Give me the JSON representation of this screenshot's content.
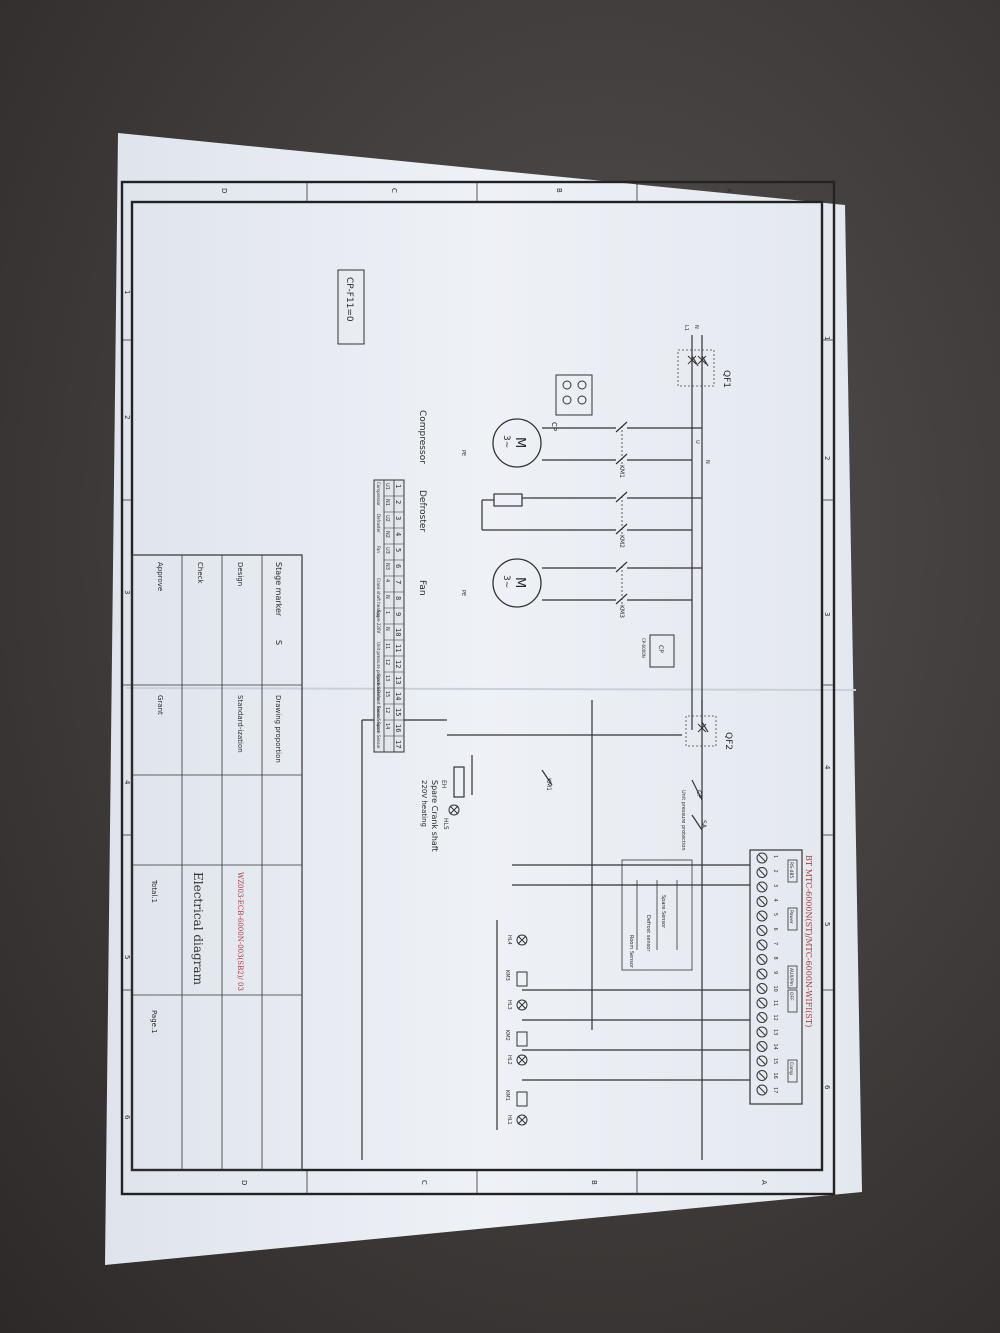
{
  "title": {
    "model": "BT MTC-6000N(ST)/MTC-6000N-WIFI(ST)",
    "drawing_name": "Electrical diagram",
    "drawing_no": "WZ003-ECB-6000N-003(SB2)/ 03",
    "total": "Total.1",
    "page": "Page.1"
  },
  "title_block": {
    "stage_marker": "Stage marker",
    "stage_value": "S",
    "drawing_proportion": "Drawing proportion",
    "standard_ization": "Standard-ization",
    "design": "Design",
    "check": "Check",
    "approve": "Approve",
    "grant": "Grant"
  },
  "grid": {
    "columns": [
      "1",
      "2",
      "3",
      "4",
      "5",
      "6"
    ],
    "rows": [
      "A",
      "B",
      "C",
      "D"
    ]
  },
  "components": {
    "qf1": "QF1",
    "qf2": "QF2",
    "cp": "CP",
    "cp_6000n": "CP-6000N",
    "km1": "KM1",
    "km2": "KM2",
    "km3": "KM3",
    "motor": "M",
    "motor_phase": "3~",
    "pe": "PE",
    "eh": "EH",
    "sa": "SA",
    "hl1": "HL1",
    "hl2": "HL2",
    "hl3": "HL3",
    "hl4": "HL4",
    "hl5": "HL5",
    "l1": "L1",
    "n": "N"
  },
  "labels": {
    "compressor": "Compressor",
    "defroster": "Defroster",
    "fan": "Fan",
    "spare_crank": "Spare Crank shaft",
    "crank_220": "220V heating",
    "unit_pressure": "Unit pressure protection",
    "spare_sensor": "Spare Sensor",
    "defrost_sensor": "Defrost sensor",
    "room_sensor": "Room Sensor",
    "parameter": "CP-F11=0"
  },
  "terminal_strip": {
    "labels": [
      "RS-485",
      "Power",
      "AUX/Pm",
      "OFF",
      "Comp"
    ],
    "numbers": [
      "1",
      "2",
      "3",
      "4",
      "5",
      "6",
      "7",
      "8",
      "9",
      "10",
      "11",
      "12",
      "13",
      "14",
      "15",
      "16",
      "17"
    ]
  },
  "terminal_table": {
    "numbers": [
      "1",
      "2",
      "3",
      "4",
      "5",
      "6",
      "7",
      "8",
      "9",
      "10",
      "11",
      "12",
      "13",
      "14",
      "15",
      "16",
      "17"
    ],
    "codes": [
      "U1",
      "N1",
      "U2",
      "N2",
      "U3",
      "N3",
      "4",
      "N",
      "1",
      "N",
      "11",
      "12",
      "13",
      "15",
      "12",
      "14"
    ],
    "groups": [
      "Compressor",
      "Defroster",
      "Fan",
      "Crank shaft heating",
      "Spare 220V",
      "Unit pressure protection",
      "Spare Sensor",
      "Defrost Sensor",
      "Room Sensor",
      "Spare Sensor"
    ]
  },
  "colors": {
    "paper": "#e9edf4",
    "ink": "#2a2a2a",
    "accent": "#b03a3a",
    "table": "#e2e7ee"
  }
}
